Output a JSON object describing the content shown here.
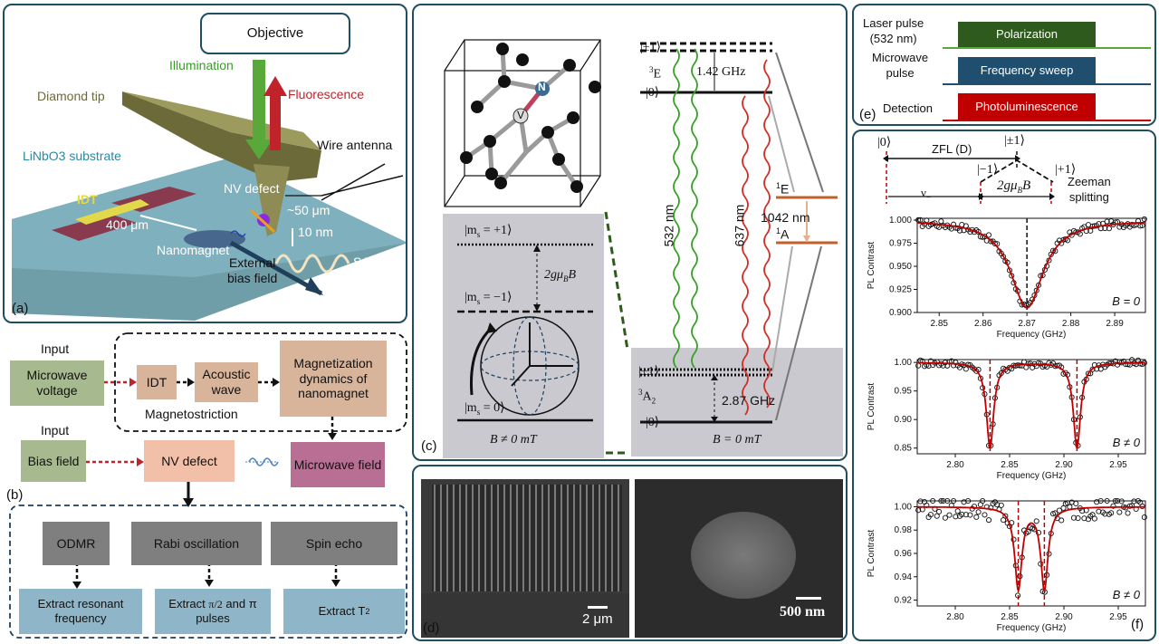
{
  "panel_a": {
    "label": "(a)",
    "objective": "Objective",
    "illumination": "Illumination",
    "fluorescence": "Fluorescence",
    "diamond_tip": "Diamond tip",
    "substrate": "LiNbO3 substrate",
    "wire_antenna": "Wire antenna",
    "idt": "IDT",
    "nv_defect": "NV defect",
    "dist_50": "~50 μm",
    "dist_10": "10 nm",
    "dist_400": "400 μm",
    "nanomagnet": "Nanomagnet",
    "saw": "SAW",
    "bias_field": "External\nbias field"
  },
  "panel_b": {
    "label": "(b)",
    "input1": "Input",
    "microwave_voltage": "Microwave voltage",
    "idt": "IDT",
    "acoustic_wave": "Acoustic wave",
    "magnetization": "Magnetization dynamics of nanomagnet",
    "magnetostriction": "Magnetostriction",
    "input2": "Input",
    "bias_field": "Bias field",
    "nv_defect": "NV defect",
    "microwave_field": "Microwave field",
    "odmr": "ODMR",
    "rabi": "Rabi oscillation",
    "spin_echo": "Spin echo",
    "extract_freq": "Extract resonant frequency",
    "extract_pulses_a": "Extract",
    "extract_pulses_b": "and π",
    "extract_pulses_c": "pulses",
    "extract_t2": "Extract T",
    "t2_sub": "2"
  },
  "panel_c": {
    "label": "(c)",
    "atom_n": "N",
    "atom_v": "V",
    "level_pm1_top": "|±1⟩",
    "level_3e": "E",
    "level_3e_sup": "3",
    "ghz_142": "1.42 GHz",
    "level_0_top": "|0⟩",
    "nm_532": "532 nm",
    "nm_637": "637 nm",
    "level_1e": "E",
    "level_1e_sup": "1",
    "nm_1042": "1042 nm",
    "level_1a": "A",
    "level_1a_sup": "1",
    "level_pm1_bot": "|±1⟩",
    "level_3a2": "A",
    "level_3a2_sup": "3",
    "level_3a2_sub": "2",
    "ghz_287": "2.87 GHz",
    "level_0_bot": "|0⟩",
    "b_zero": "B = 0 mT",
    "ms_p1": "|m",
    "ms_p1_val": " = +1⟩",
    "ms_m1_val": " = −1⟩",
    "ms_0_val": " = 0⟩",
    "split": "2gμ",
    "split_b": "B",
    "b_nonzero": "B ≠ 0 mT"
  },
  "panel_d": {
    "label": "(d)",
    "scale1": "2 μm",
    "scale2": "500 nm"
  },
  "panel_e": {
    "label": "(e)",
    "laser": "Laser pulse\n(532 nm)",
    "microwave": "Microwave\npulse",
    "detection": "Detection",
    "polarization": "Polarization",
    "freq_sweep": "Frequency sweep",
    "photolum": "Photoluminescence",
    "color_polar": "#2e5a1e",
    "color_sweep": "#1f4e6e",
    "color_photo": "#c00000"
  },
  "panel_f": {
    "label": "(f)",
    "ket0": "|0⟩",
    "ketpm1": "|±1⟩",
    "ketm1": "|−1⟩",
    "ketp1": "|+1⟩",
    "zfl": "ZFL (D)",
    "nu_minus": "ν",
    "nu_sub": "−",
    "split": "2gμ",
    "split_b": "B",
    "zeeman": "Zeeman\nsplitting"
  },
  "chart_data": [
    {
      "type": "scatter",
      "xlabel": "Frequency (GHz)",
      "ylabel": "PL Contrast",
      "annotation": "B = 0",
      "xlim": [
        2.845,
        2.897
      ],
      "ylim": [
        0.9,
        1.002
      ],
      "xticks": [
        "2.85",
        "2.86",
        "2.87",
        "2.88",
        "2.89"
      ],
      "yticks": [
        "0.900",
        "0.925",
        "0.950",
        "0.975",
        "1.000"
      ],
      "dips": [
        {
          "center": 2.87,
          "depth": 0.095,
          "width": 0.0045
        }
      ],
      "series": [
        {
          "values": []
        }
      ]
    },
    {
      "type": "scatter",
      "xlabel": "Frequency (GHz)",
      "ylabel": "PL Contrast",
      "annotation": "B ≠ 0",
      "xlim": [
        2.765,
        2.975
      ],
      "ylim": [
        0.84,
        1.005
      ],
      "xticks": [
        "2.80",
        "2.85",
        "2.90",
        "2.95"
      ],
      "yticks": [
        "0.85",
        "0.90",
        "0.95",
        "1.00"
      ],
      "dips": [
        {
          "center": 2.832,
          "depth": 0.15,
          "width": 0.004
        },
        {
          "center": 2.912,
          "depth": 0.15,
          "width": 0.004
        }
      ],
      "series": [
        {
          "values": []
        }
      ]
    },
    {
      "type": "scatter",
      "xlabel": "Frequency (GHz)",
      "ylabel": "PL Contrast",
      "annotation": "B ≠ 0",
      "xlim": [
        2.765,
        2.975
      ],
      "ylim": [
        0.915,
        1.005
      ],
      "xticks": [
        "2.80",
        "2.85",
        "2.90",
        "2.95"
      ],
      "yticks": [
        "0.92",
        "0.94",
        "0.96",
        "0.98",
        "1.00"
      ],
      "dips": [
        {
          "center": 2.858,
          "depth": 0.07,
          "width": 0.004
        },
        {
          "center": 2.882,
          "depth": 0.07,
          "width": 0.004
        }
      ],
      "series": [
        {
          "values": []
        }
      ]
    }
  ]
}
